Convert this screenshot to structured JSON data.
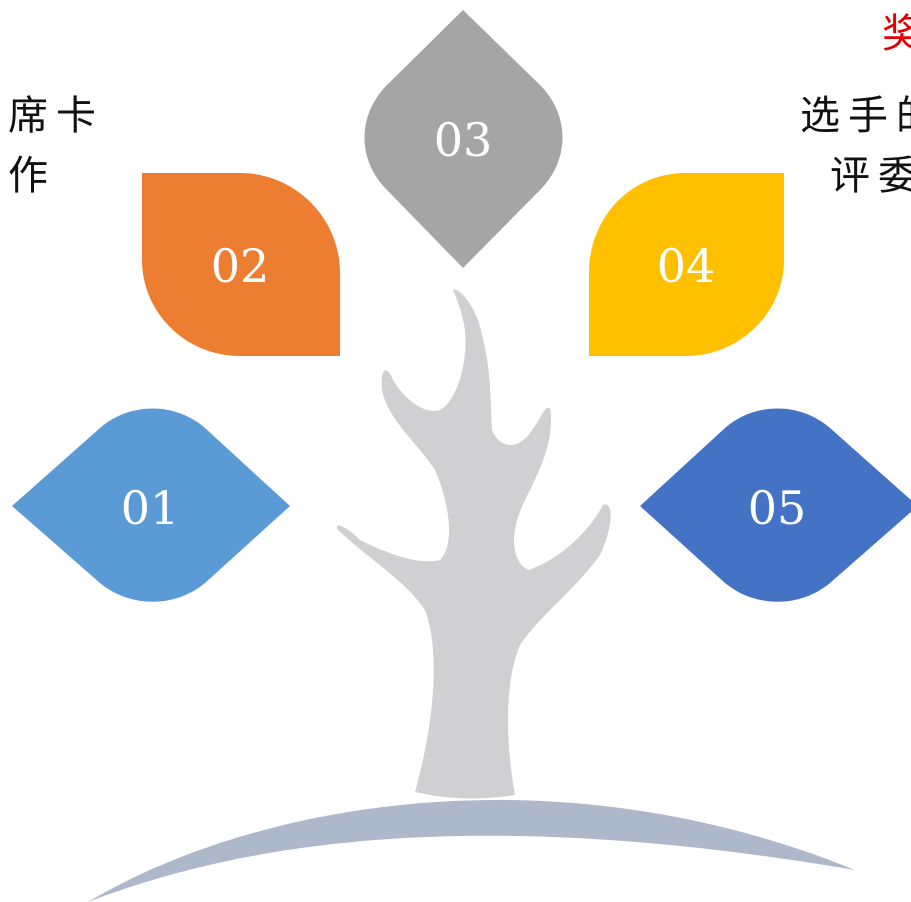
{
  "leaves": [
    {
      "label": "01",
      "color": "#5B9BD5"
    },
    {
      "label": "02",
      "color": "#ED7D31"
    },
    {
      "label": "03",
      "color": "#A5A5A5"
    },
    {
      "label": "04",
      "color": "#FFC000"
    },
    {
      "label": "05",
      "color": "#4472C4"
    }
  ],
  "colors": {
    "trunk": "#D0CFD1",
    "ground": "#ADB9CA",
    "corner_text": "#E00000"
  },
  "left_text": {
    "line1": "席卡",
    "line2": "作"
  },
  "right_text": {
    "line1": "选手的",
    "line2": "评委"
  },
  "corner_text": "奖"
}
